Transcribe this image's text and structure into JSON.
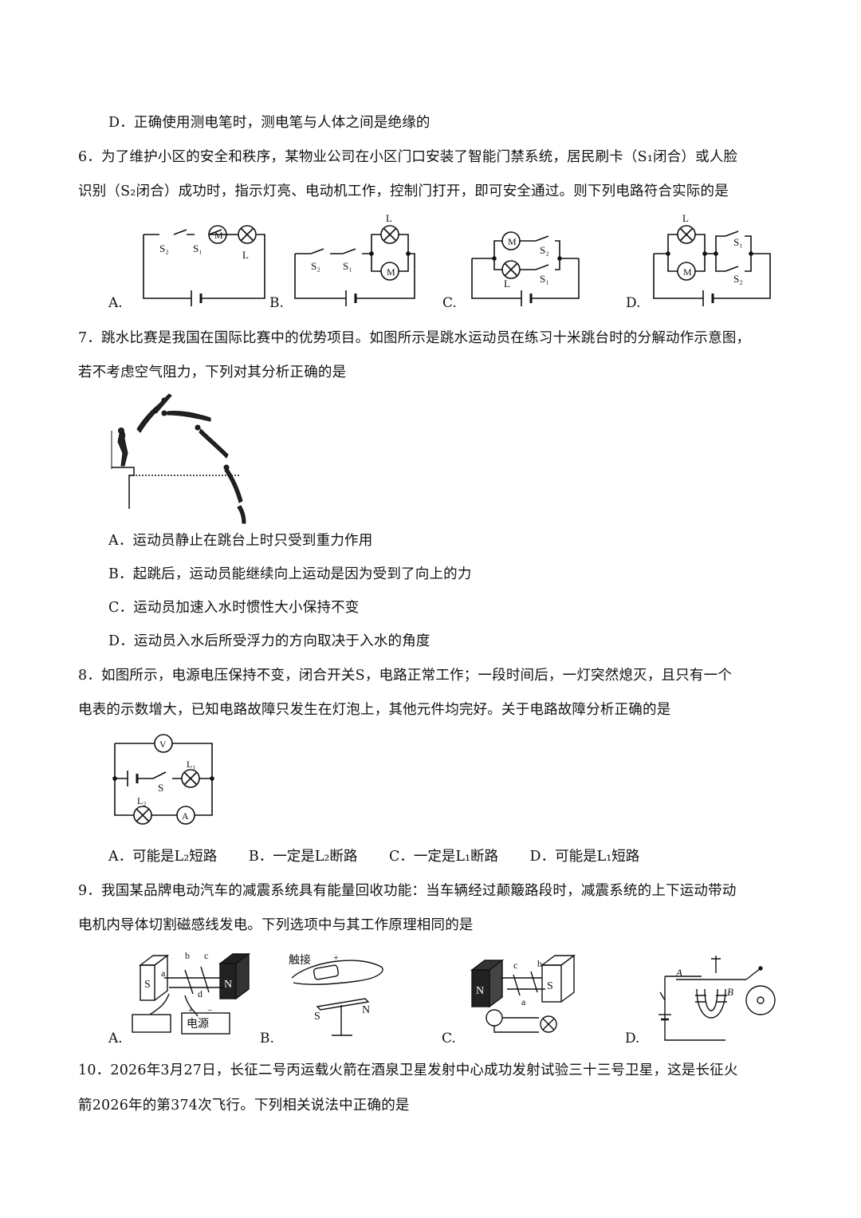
{
  "q5": {
    "option_d": "D．正确使用测电笔时，测电笔与人体之间是绝缘的"
  },
  "q6": {
    "line1": "6．为了维护小区的安全和秩序，某物业公司在小区门口安装了智能门禁系统，居民刷卡（S₁闭合）或人脸",
    "line2": "识别（S₂闭合）成功时，指示灯亮、电动机工作，控制门打开，即可安全通过。则下列电路符合实际的是",
    "option_labels": [
      "A.",
      "B.",
      "C.",
      "D."
    ],
    "component_labels": {
      "s1": "S₁",
      "s2": "S₂",
      "motor": "M",
      "lamp": "L"
    }
  },
  "q7": {
    "line1": "7．跳水比赛是我国在国际比赛中的优势项目。如图所示是跳水运动员在练习十米跳台时的分解动作示意图，",
    "line2": "若不考虑空气阻力，下列对其分析正确的是",
    "options": [
      "A．运动员静止在跳台上时只受到重力作用",
      "B．起跳后，运动员能继续向上运动是因为受到了向上的力",
      "C．运动员加速入水时惯性大小保持不变",
      "D．运动员入水后所受浮力的方向取决于入水的角度"
    ]
  },
  "q8": {
    "line1": "8．如图所示，电源电压保持不变，闭合开关S，电路正常工作；一段时间后，一灯突然熄灭，且只有一个",
    "line2": "电表的示数增大，已知电路故障只发生在灯泡上，其他元件均完好。关于电路故障分析正确的是",
    "circuit_labels": {
      "voltmeter": "V",
      "ammeter": "A",
      "switch": "S",
      "lamp1": "L₁",
      "lamp2": "L₂"
    },
    "options": [
      "A．可能是L₂短路",
      "B．一定是L₂断路",
      "C．一定是L₁断路",
      "D．可能是L₁短路"
    ]
  },
  "q9": {
    "line1": "9．我国某品牌电动汽车的减震系统具有能量回收功能：当车辆经过颠簸路段时，减震系统的上下运动带动",
    "line2": "电机内导体切割磁感线发电。下列选项中与其工作原理相同的是",
    "option_labels": [
      "A.",
      "B.",
      "C.",
      "D."
    ],
    "figure_labels": {
      "power": "电源",
      "touch": "触接",
      "north": "N",
      "south": "S",
      "a": "a",
      "b": "b",
      "c": "c",
      "d": "d",
      "A": "A",
      "B": "B",
      "plus": "+",
      "minus": "−"
    }
  },
  "q10": {
    "line1": "10．2026年3月27日，长征二号丙运载火箭在酒泉卫星发射中心成功发射试验三十三号卫星，这是长征火",
    "line2": "箭2026年的第374次飞行。下列相关说法中正确的是"
  }
}
